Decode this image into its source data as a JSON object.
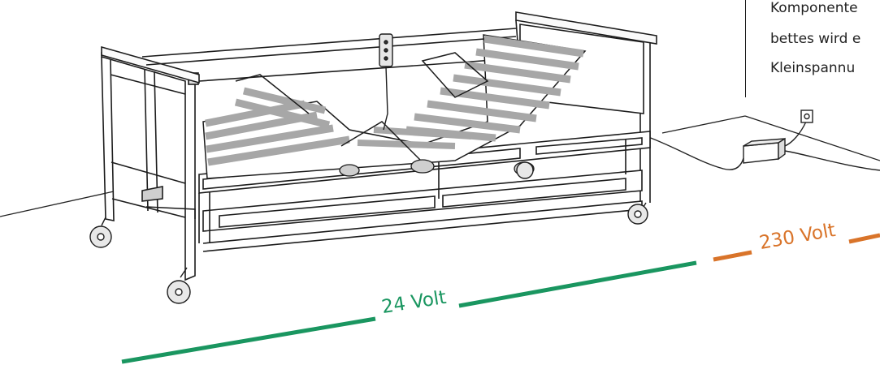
{
  "caption": {
    "lines": [
      "Komponente",
      "bettes wird e",
      "Kleinspannu"
    ]
  },
  "labels": {
    "low_voltage": "24 Volt",
    "mains_voltage": "230 Volt"
  },
  "colors": {
    "low_voltage_line": "#1a9660",
    "mains_voltage_line": "#d9742a",
    "drawing_stroke": "#1c1c1c",
    "slat_fill": "#a7a7a7"
  }
}
